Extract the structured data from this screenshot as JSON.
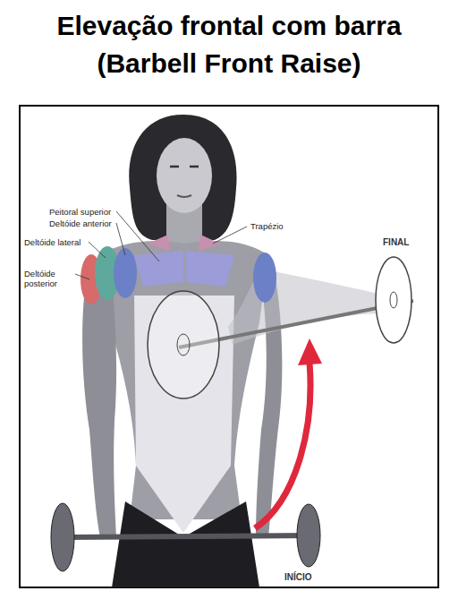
{
  "diagram": {
    "title": "Elevação frontal com barra (Barbell Front Raise)",
    "labels": [
      "Peitoral superior",
      "Deltóide anterior",
      "Deltóide lateral",
      "Deltóide posterior",
      "Trapézio",
      "FINAL",
      "INÍCIO"
    ]
  }
}
